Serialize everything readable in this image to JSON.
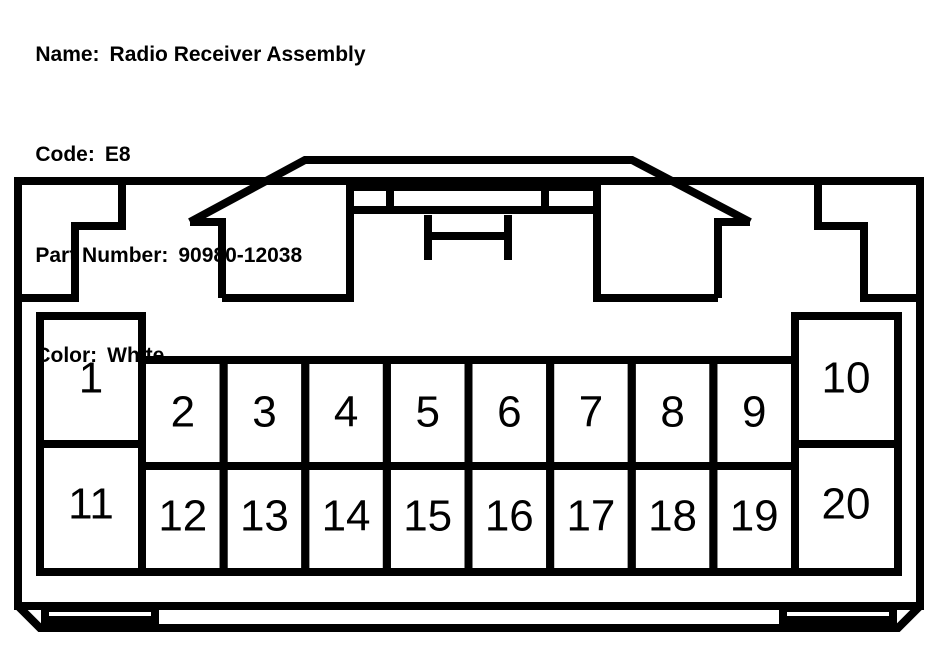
{
  "info": {
    "name_label": "Name:",
    "name_value": "Radio Receiver Assembly",
    "code_label": "Code:",
    "code_value": "E8",
    "part_label": "Part Number:",
    "part_value": "90980-12038",
    "color_label": "Color:",
    "color_value": "White"
  },
  "pins": [
    "1",
    "2",
    "3",
    "4",
    "5",
    "6",
    "7",
    "8",
    "9",
    "10",
    "11",
    "12",
    "13",
    "14",
    "15",
    "16",
    "17",
    "18",
    "19",
    "20"
  ]
}
